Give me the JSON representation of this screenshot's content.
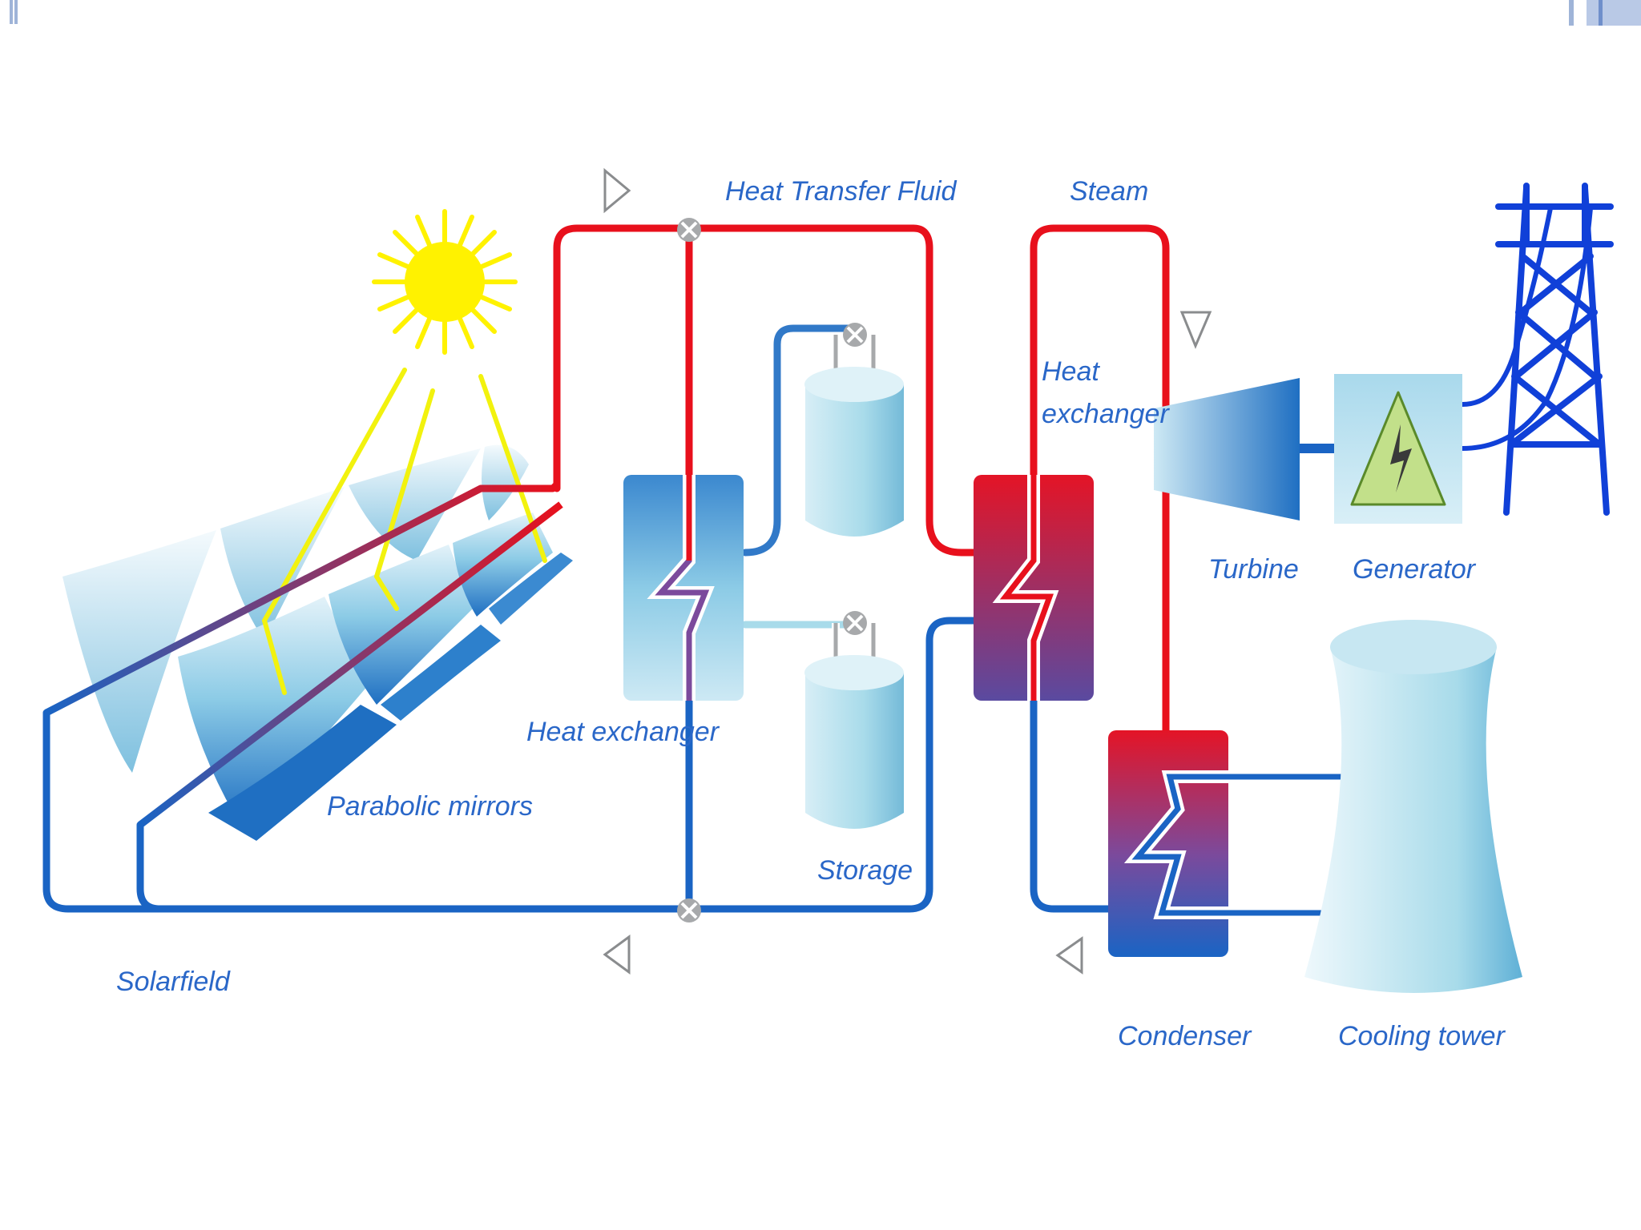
{
  "labels": {
    "heat_transfer_fluid": "Heat Transfer Fluid",
    "steam": "Steam",
    "heat_exchanger_steam_1": "Heat",
    "heat_exchanger_steam_2": "exchanger",
    "heat_exchanger_storage": "Heat exchanger",
    "parabolic_mirrors": "Parabolic mirrors",
    "storage": "Storage",
    "solarfield": "Solarfield",
    "turbine": "Turbine",
    "generator": "Generator",
    "condenser": "Condenser",
    "cooling_tower": "Cooling tower"
  },
  "icons": {
    "sun": "sun-icon",
    "warning": "high-voltage-warning-icon",
    "pylon": "transmission-tower-icon",
    "valve": "valve-icon",
    "flow_arrow": "flow-arrow-icon"
  },
  "colors": {
    "hot": "#e8101c",
    "cold": "#1a64c4",
    "label": "#2a67c8",
    "sun": "#fff200",
    "tank": "#a8dbea",
    "pylon": "#1040d8"
  }
}
